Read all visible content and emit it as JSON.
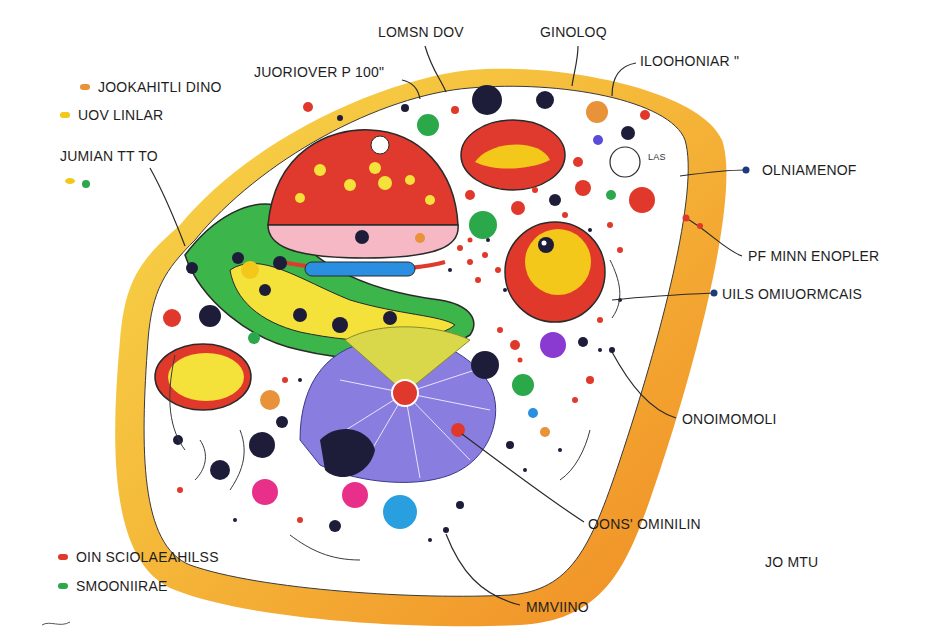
{
  "diagram": {
    "labels": [
      "LOMSN DOV",
      "GINOLOQ",
      "ILOOHONIAR \"",
      "JUORIOVER P 100\"",
      "JUMIAN TT TO",
      "LAS",
      "OLNIAMENOF",
      "PF MINN ENOPLER",
      "UILS OMIUORMCAIS",
      "ONOIMOMOLI",
      "OONS' OMINILIN",
      "JO MTU",
      "MMVIINO"
    ],
    "legend": [
      {
        "text": "JOOKAHITLI DINO",
        "color": "#e8923a"
      },
      {
        "text": "UOV LINLAR",
        "color": "#f2c81a"
      },
      {
        "text": "OIN SCIOLAEAHILSS",
        "color": "#e0392b"
      },
      {
        "text": "SMOONIIRAE",
        "color": "#2aa84a"
      }
    ]
  }
}
